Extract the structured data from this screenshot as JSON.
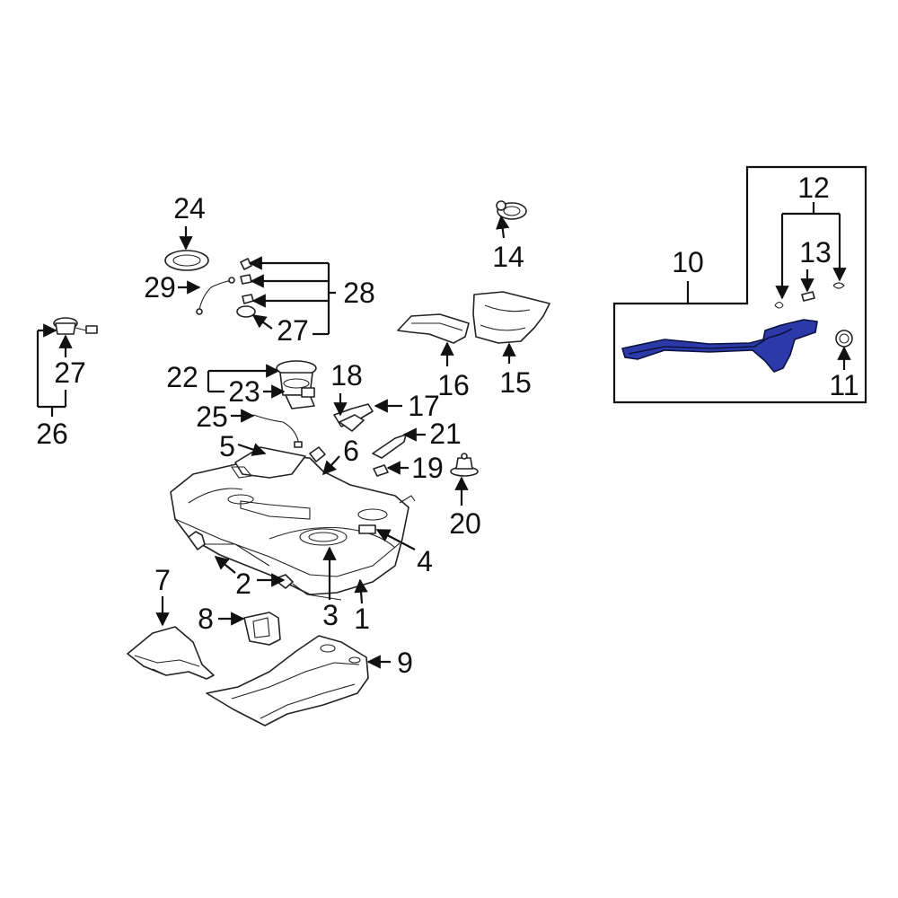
{
  "diagram": {
    "highlight_color": "#2b3aa8",
    "callouts": {
      "c1": "1",
      "c2": "2",
      "c3": "3",
      "c4": "4",
      "c5": "5",
      "c6": "6",
      "c7": "7",
      "c8": "8",
      "c9": "9",
      "c10": "10",
      "c11": "11",
      "c12": "12",
      "c13": "13",
      "c14": "14",
      "c15": "15",
      "c16": "16",
      "c17": "17",
      "c18": "18",
      "c19": "19",
      "c20": "20",
      "c21": "21",
      "c22": "22",
      "c23": "23",
      "c24": "24",
      "c25": "25",
      "c26": "26",
      "c27a": "27",
      "c27b": "27",
      "c28": "28",
      "c29": "29"
    }
  }
}
